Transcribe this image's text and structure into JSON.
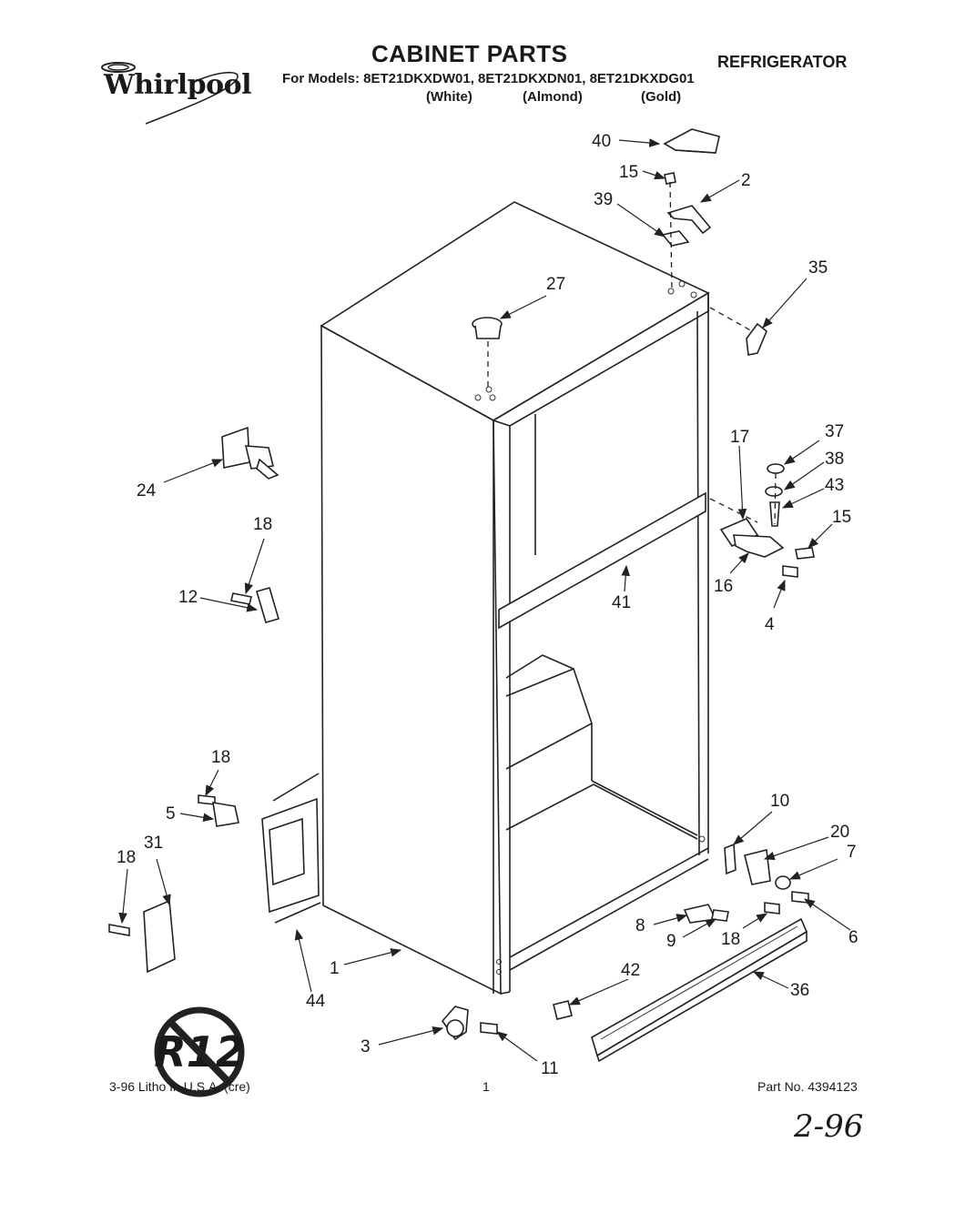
{
  "header": {
    "brand": "Whirlpool",
    "title": "CABINET PARTS",
    "appliance": "REFRIGERATOR",
    "models_line": "For Models: 8ET21DKXDW01, 8ET21DKXDN01, 8ET21DKXDG01",
    "colors": [
      "(White)",
      "(Almond)",
      "(Gold)"
    ]
  },
  "callouts": [
    {
      "id": "c40",
      "label": "40"
    },
    {
      "id": "c15a",
      "label": "15"
    },
    {
      "id": "c2",
      "label": "2"
    },
    {
      "id": "c39",
      "label": "39"
    },
    {
      "id": "c27",
      "label": "27"
    },
    {
      "id": "c35",
      "label": "35"
    },
    {
      "id": "c24",
      "label": "24"
    },
    {
      "id": "c17",
      "label": "17"
    },
    {
      "id": "c37",
      "label": "37"
    },
    {
      "id": "c38",
      "label": "38"
    },
    {
      "id": "c43",
      "label": "43"
    },
    {
      "id": "c15b",
      "label": "15"
    },
    {
      "id": "c18a",
      "label": "18"
    },
    {
      "id": "c12",
      "label": "12"
    },
    {
      "id": "c41",
      "label": "41"
    },
    {
      "id": "c16",
      "label": "16"
    },
    {
      "id": "c4",
      "label": "4"
    },
    {
      "id": "c18b",
      "label": "18"
    },
    {
      "id": "c5",
      "label": "5"
    },
    {
      "id": "c10",
      "label": "10"
    },
    {
      "id": "c20",
      "label": "20"
    },
    {
      "id": "c7",
      "label": "7"
    },
    {
      "id": "c18c",
      "label": "18"
    },
    {
      "id": "c31",
      "label": "31"
    },
    {
      "id": "c8",
      "label": "8"
    },
    {
      "id": "c9",
      "label": "9"
    },
    {
      "id": "c18d",
      "label": "18"
    },
    {
      "id": "c6",
      "label": "6"
    },
    {
      "id": "c1",
      "label": "1"
    },
    {
      "id": "c42",
      "label": "42"
    },
    {
      "id": "c36",
      "label": "36"
    },
    {
      "id": "c44",
      "label": "44"
    },
    {
      "id": "c3",
      "label": "3"
    },
    {
      "id": "c11",
      "label": "11"
    }
  ],
  "badge": {
    "text": "R12",
    "meaning": "no-r12-symbol"
  },
  "footer": {
    "litho": "3-96 Litho In U.S.A. (cre)",
    "page": "1",
    "part_no": "Part No. 4394123"
  },
  "handwritten_note": "2-96"
}
